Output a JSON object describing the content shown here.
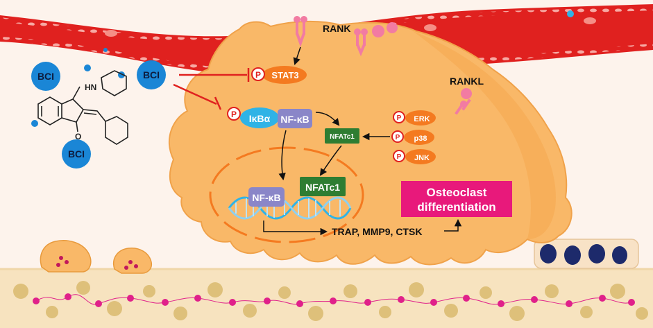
{
  "ligands": {
    "bci_1": "BCI",
    "bci_2": "BCI",
    "bci_3": "BCI"
  },
  "receptors": {
    "rank": "RANK",
    "rankl": "RANKL"
  },
  "phospho_mark": "P",
  "proteins": {
    "stat3": "STAT3",
    "ikba": "IκBα",
    "nfkb_cyto": "NF-κB",
    "nfatc1_cyto": "NFATc1",
    "erk": "ERK",
    "p38": "p38",
    "jnk": "JNK",
    "nfkb_nucleus": "NF-κB",
    "nfatc1_nucleus": "NFATc1"
  },
  "molecule": {
    "amine_label": "HN",
    "carbonyl_label": "O"
  },
  "target_genes": "TRAP, MMP9, CTSK",
  "outcome": {
    "line1": "Osteoclast",
    "line2": "differentiation"
  },
  "colors": {
    "blood_vessel": "#e0211f",
    "cell_body": "#f9b868",
    "bci_blue": "#1a86d6",
    "phospho_red": "#e0211f",
    "stat3_orange": "#f47a20",
    "ikba_cyan": "#2fb3e6",
    "nfkb_purple": "#8a86c8",
    "nfatc1_green": "#2e7d32",
    "outcome_magenta": "#e8197b",
    "bone": "#f7e3bf"
  }
}
